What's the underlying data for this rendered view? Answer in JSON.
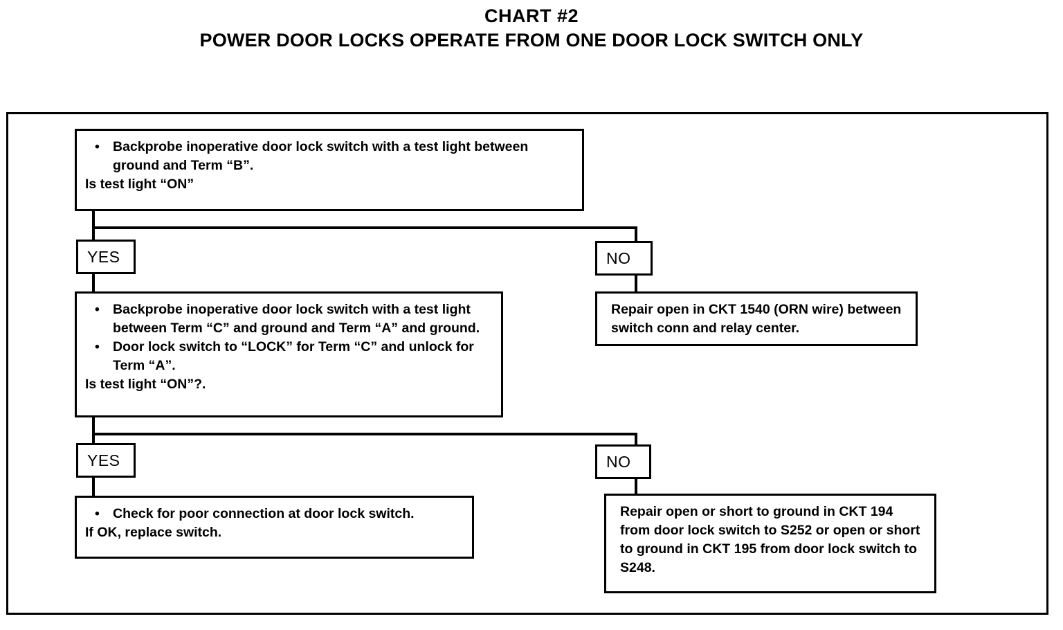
{
  "title": {
    "line1": "CHART #2",
    "line2": "POWER DOOR LOCKS OPERATE FROM ONE DOOR LOCK SWITCH ONLY"
  },
  "bullet_glyph": "•",
  "nodes": {
    "step1": {
      "bullets": [
        "Backprobe inoperative door lock switch with a test light between ground and Term “B”."
      ],
      "question": "Is test light “ON”"
    },
    "step1_yes": {
      "label": "YES"
    },
    "step1_no": {
      "label": "NO"
    },
    "repair1": {
      "text": "Repair open in CKT 1540 (ORN wire) between switch conn and relay center."
    },
    "step2": {
      "bullets": [
        "Backprobe inoperative door lock switch with a test light between Term “C” and ground and Term “A” and ground.",
        "Door lock switch to “LOCK” for Term “C” and unlock for Term “A”."
      ],
      "question": "Is test light “ON”?."
    },
    "step2_yes": {
      "label": "YES"
    },
    "step2_no": {
      "label": "NO"
    },
    "result_yes": {
      "bullets": [
        "Check for poor connection at door lock switch."
      ],
      "question": "If OK, replace switch."
    },
    "repair2": {
      "text": "Repair open or short to ground in CKT 194 from door lock switch to S252 or open or short to ground in CKT 195 from door lock switch to S248."
    }
  },
  "colors": {
    "ink": "#000000",
    "paper": "#ffffff"
  }
}
